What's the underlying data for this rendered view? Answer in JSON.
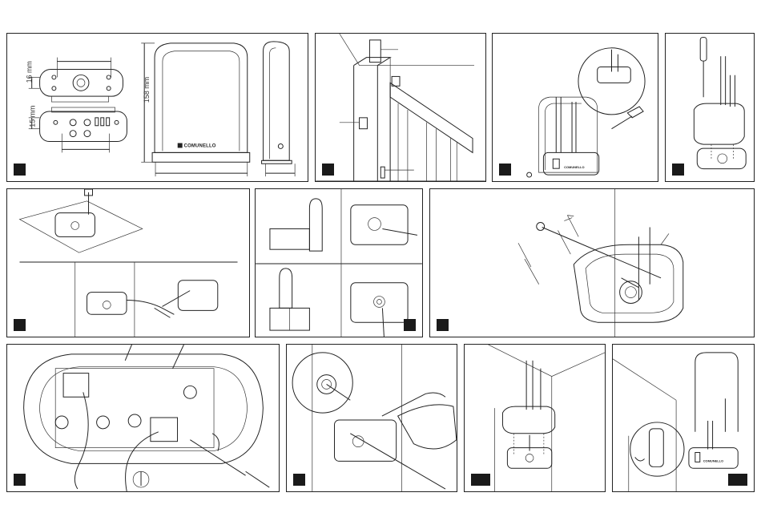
{
  "dimensions": {
    "top_offset": "16 mm",
    "bottom_offset": "15 mm",
    "height": "158 mm"
  },
  "brand": "COMUNELLO"
}
